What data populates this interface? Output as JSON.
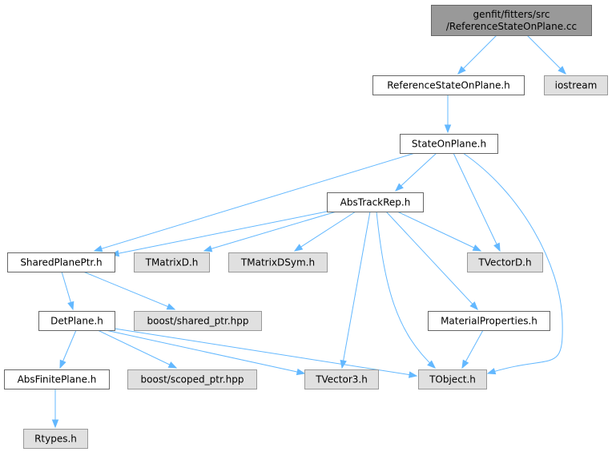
{
  "nodes": {
    "root": {
      "lines": [
        "genfit/fitters/src",
        "/ReferenceStateOnPlane.cc"
      ],
      "kind": "root"
    },
    "reference_state_on_plane_h": {
      "lines": [
        "ReferenceStateOnPlane.h"
      ],
      "kind": "local"
    },
    "iostream": {
      "lines": [
        "iostream"
      ],
      "kind": "external"
    },
    "state_on_plane_h": {
      "lines": [
        "StateOnPlane.h"
      ],
      "kind": "local"
    },
    "abs_track_rep_h": {
      "lines": [
        "AbsTrackRep.h"
      ],
      "kind": "local"
    },
    "shared_plane_ptr_h": {
      "lines": [
        "SharedPlanePtr.h"
      ],
      "kind": "local"
    },
    "tmatrixd_h": {
      "lines": [
        "TMatrixD.h"
      ],
      "kind": "external"
    },
    "tmatrixdsym_h": {
      "lines": [
        "TMatrixDSym.h"
      ],
      "kind": "external"
    },
    "tvectord_h": {
      "lines": [
        "TVectorD.h"
      ],
      "kind": "external"
    },
    "det_plane_h": {
      "lines": [
        "DetPlane.h"
      ],
      "kind": "local"
    },
    "boost_shared_ptr_hpp": {
      "lines": [
        "boost/shared_ptr.hpp"
      ],
      "kind": "external"
    },
    "material_properties_h": {
      "lines": [
        "MaterialProperties.h"
      ],
      "kind": "local"
    },
    "abs_finite_plane_h": {
      "lines": [
        "AbsFinitePlane.h"
      ],
      "kind": "local"
    },
    "boost_scoped_ptr_hpp": {
      "lines": [
        "boost/scoped_ptr.hpp"
      ],
      "kind": "external"
    },
    "tvector3_h": {
      "lines": [
        "TVector3.h"
      ],
      "kind": "external"
    },
    "tobject_h": {
      "lines": [
        "TObject.h"
      ],
      "kind": "external"
    },
    "rtypes_h": {
      "lines": [
        "Rtypes.h"
      ],
      "kind": "external"
    }
  },
  "edges": [
    [
      "root",
      "reference_state_on_plane_h"
    ],
    [
      "root",
      "iostream"
    ],
    [
      "reference_state_on_plane_h",
      "state_on_plane_h"
    ],
    [
      "state_on_plane_h",
      "abs_track_rep_h"
    ],
    [
      "state_on_plane_h",
      "shared_plane_ptr_h"
    ],
    [
      "state_on_plane_h",
      "tvectord_h"
    ],
    [
      "state_on_plane_h",
      "tobject_h"
    ],
    [
      "abs_track_rep_h",
      "shared_plane_ptr_h"
    ],
    [
      "abs_track_rep_h",
      "tmatrixd_h"
    ],
    [
      "abs_track_rep_h",
      "tmatrixdsym_h"
    ],
    [
      "abs_track_rep_h",
      "tvectord_h"
    ],
    [
      "abs_track_rep_h",
      "material_properties_h"
    ],
    [
      "abs_track_rep_h",
      "tvector3_h"
    ],
    [
      "abs_track_rep_h",
      "tobject_h"
    ],
    [
      "shared_plane_ptr_h",
      "det_plane_h"
    ],
    [
      "shared_plane_ptr_h",
      "boost_shared_ptr_hpp"
    ],
    [
      "det_plane_h",
      "abs_finite_plane_h"
    ],
    [
      "det_plane_h",
      "boost_scoped_ptr_hpp"
    ],
    [
      "det_plane_h",
      "tvector3_h"
    ],
    [
      "det_plane_h",
      "tobject_h"
    ],
    [
      "material_properties_h",
      "tobject_h"
    ],
    [
      "abs_finite_plane_h",
      "rtypes_h"
    ]
  ],
  "colors": {
    "edge": "#63b8ff",
    "root_fill": "#999999",
    "root_border": "#666666",
    "local_fill": "#ffffff",
    "local_border": "#666666",
    "external_fill": "#e0e0e0",
    "external_border": "#999999"
  }
}
